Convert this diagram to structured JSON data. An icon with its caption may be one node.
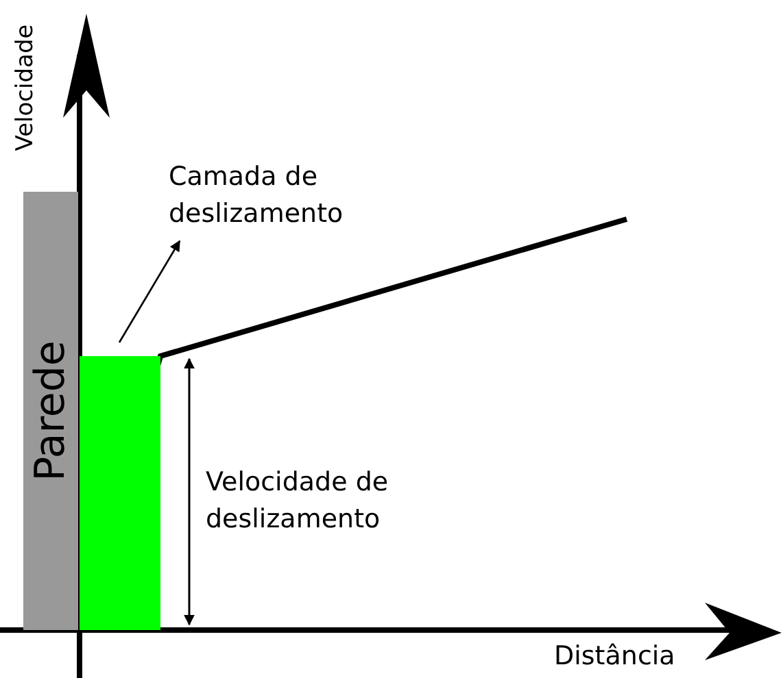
{
  "diagram": {
    "nodes": [
      {
        "text": [
          "Camada de deslizamento"
        ]
      },
      {
        "text": [
          "Parede"
        ]
      },
      {
        "text": [],
        "shape": "box"
      }
    ],
    "edges": [
      {
        "from": 2,
        "to": 0,
        "arrow": "to"
      }
    ],
    "labels": [
      "Velocidade",
      "Velocidade de deslizamento",
      "Distância"
    ]
  }
}
